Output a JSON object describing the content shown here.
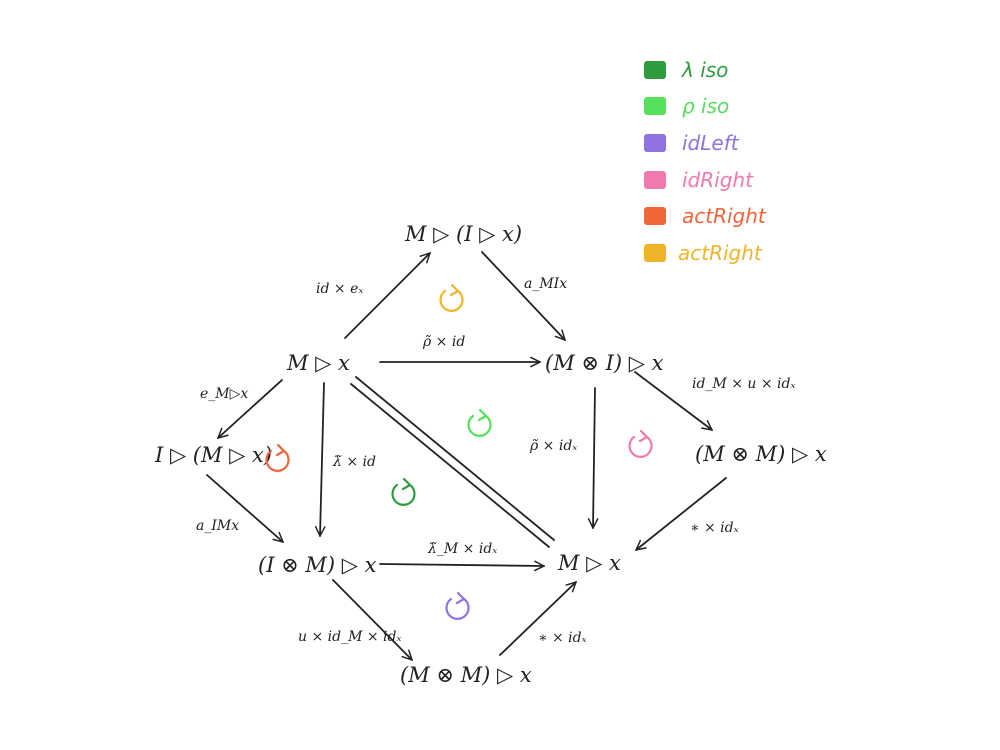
{
  "nodes": {
    "top": "M ▷ (I ▷ x)",
    "center_left": "M ▷ x",
    "center_right": "(M ⊗ I) ▷ x",
    "left": "I ▷ (M ▷ x)",
    "right": "(M ⊗ M) ▷ x",
    "lower_left": "(I ⊗ M) ▷ x",
    "lower_right": "M ▷ x",
    "bottom": "(M ⊗ M) ▷ x"
  },
  "edge_labels": {
    "id_e": "id × eₓ",
    "a_MIx": "a_MIx",
    "rho_id": "ρ̃ × id",
    "e_Mx": "e_M▷x",
    "lambda_id": "λ̃ × id",
    "rho_idx": "ρ̃ × idₓ",
    "idM_u_idx": "id_M × u × idₓ",
    "a_IMx": "a_IMx",
    "lambdaM_idx": "λ̃_M × idₓ",
    "star_idx_right": "∗ × idₓ",
    "u_idM_idx": "u × id_M × idₓ",
    "star_idx_bottom": "∗ × idₓ"
  },
  "legend": [
    {
      "label": "λ iso",
      "color": "#2e9c3f"
    },
    {
      "label": "ρ iso",
      "color": "#55e05b"
    },
    {
      "label": "idLeft",
      "color": "#8f72e0"
    },
    {
      "label": "idRight",
      "color": "#f07aae"
    },
    {
      "label": "actRight",
      "color": "#f26538"
    },
    {
      "label": "actRight",
      "color": "#f0b42a"
    }
  ],
  "cycle_markers": [
    {
      "name": "actright-yellow-cycle-icon",
      "color": "#f0b42a"
    },
    {
      "name": "rho-iso-cycle-icon",
      "color": "#55e05b"
    },
    {
      "name": "idright-cycle-icon",
      "color": "#f07aae"
    },
    {
      "name": "actright-orange-cycle-icon",
      "color": "#f26538"
    },
    {
      "name": "lambda-iso-cycle-icon",
      "color": "#2e9c3f"
    },
    {
      "name": "idleft-cycle-icon",
      "color": "#8f72e0"
    }
  ]
}
